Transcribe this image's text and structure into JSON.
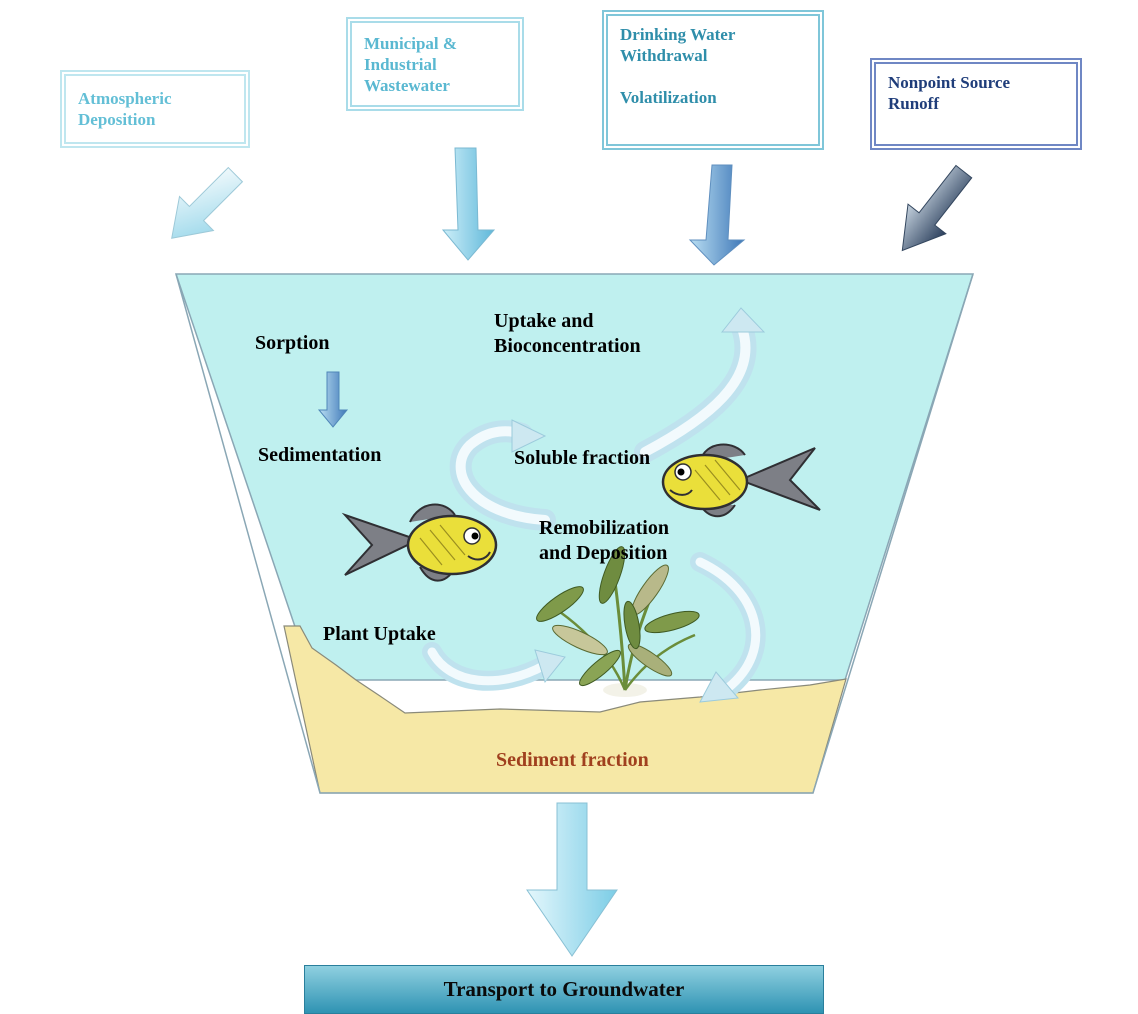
{
  "sources": {
    "atmospheric": {
      "lines": [
        "Atmospheric",
        "Deposition"
      ],
      "color": "#63bfd6",
      "border": "#bfe6ef"
    },
    "wastewater": {
      "lines": [
        "Municipal &",
        "Industrial",
        "Wastewater"
      ],
      "color": "#5ab8d1",
      "border": "#a9dce9"
    },
    "drinking": {
      "lines": [
        "Drinking Water",
        "Withdrawal",
        "",
        "Volatilization"
      ],
      "color": "#2f8eaa",
      "border": "#7fc6d9"
    },
    "nonpoint": {
      "lines": [
        "Nonpoint Source",
        "Runoff"
      ],
      "color": "#1f3d7a",
      "border": "#6f87c4"
    }
  },
  "processes": {
    "sorption": "Sorption",
    "sedimentation": "Sedimentation",
    "uptake": [
      "Uptake and",
      "Bioconcentration"
    ],
    "soluble": "Soluble fraction",
    "remobilization": [
      "Remobilization",
      "and Deposition"
    ],
    "plant_uptake": "Plant Uptake",
    "sediment": "Sediment fraction"
  },
  "output": {
    "label": "Transport to Groundwater"
  },
  "colors": {
    "water": "#bff0ef",
    "sediment": "#f6e8a6",
    "sediment_label": "#a0401e",
    "arrow_light": "#d8f0f7",
    "arrow_mid": "#8fd0e6",
    "arrow_dark": "#3f6fa3",
    "fish_body": "#eadf3a",
    "fish_fin": "#7d7f86"
  }
}
